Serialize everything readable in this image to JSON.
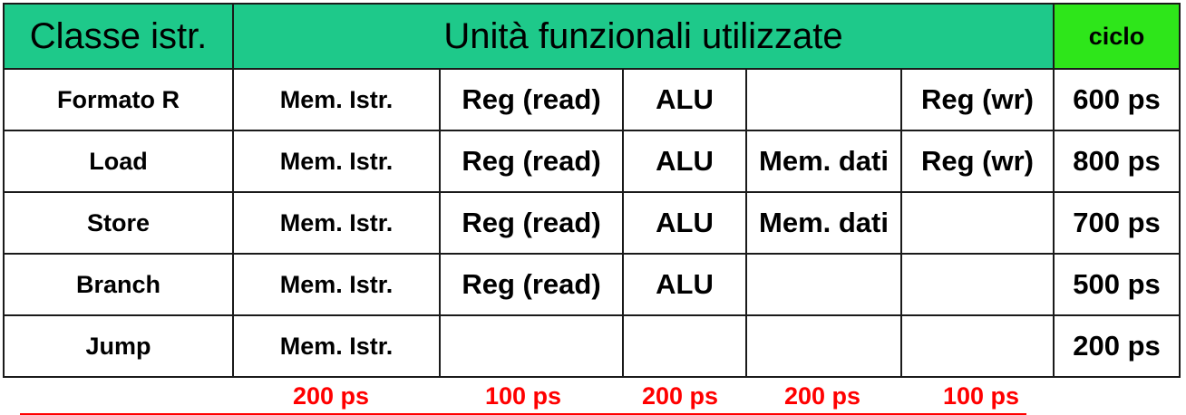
{
  "table": {
    "headers": {
      "class": "Classe istr.",
      "units": "Unità funzionali utilizzate",
      "cycle": "ciclo"
    },
    "rows": [
      {
        "class": "Formato R",
        "units": [
          "Mem. Istr.",
          "Reg (read)",
          "ALU",
          "",
          "Reg (wr)"
        ],
        "cycle": "600 ps"
      },
      {
        "class": "Load",
        "units": [
          "Mem. Istr.",
          "Reg (read)",
          "ALU",
          "Mem. dati",
          "Reg (wr)"
        ],
        "cycle": "800 ps"
      },
      {
        "class": "Store",
        "units": [
          "Mem. Istr.",
          "Reg (read)",
          "ALU",
          "Mem. dati",
          ""
        ],
        "cycle": "700 ps"
      },
      {
        "class": "Branch",
        "units": [
          "Mem. Istr.",
          "Reg (read)",
          "ALU",
          "",
          ""
        ],
        "cycle": "500 ps"
      },
      {
        "class": "Jump",
        "units": [
          "Mem. Istr.",
          "",
          "",
          "",
          ""
        ],
        "cycle": "200 ps"
      }
    ]
  },
  "latencies": [
    "200 ps",
    "100 ps",
    "200 ps",
    "200 ps",
    "100 ps"
  ],
  "colors": {
    "header_bg": "#1ec98a",
    "cycle_header_bg": "#2ee61a",
    "latency_text": "#ff0000",
    "border": "#1a1a1a"
  }
}
